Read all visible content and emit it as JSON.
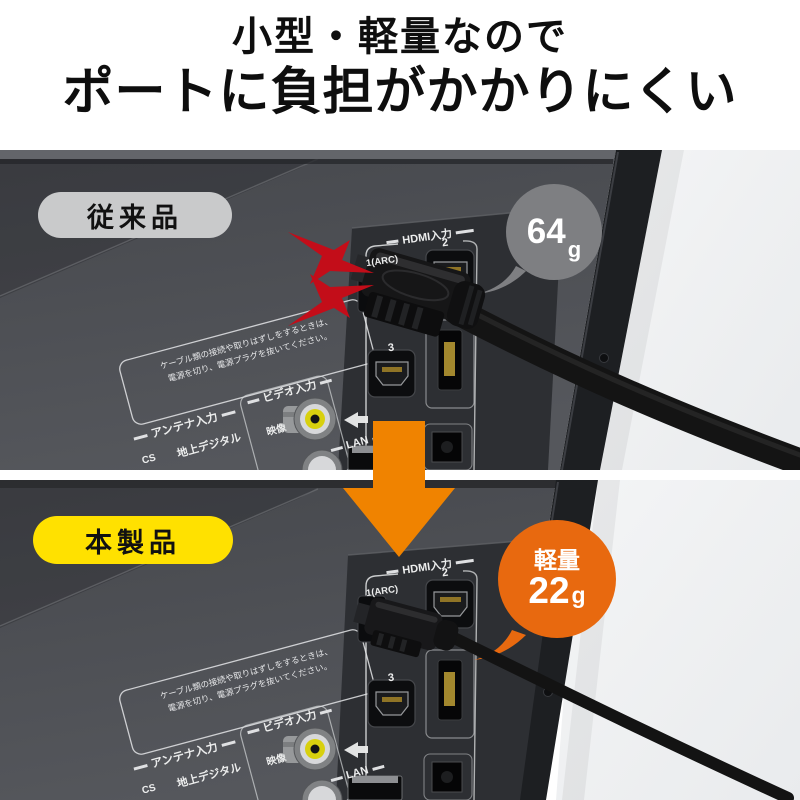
{
  "header": {
    "line1": "小型・軽量なので",
    "line2": "ポートに負担がかかりにくい"
  },
  "colors": {
    "arrow_orange": "#f08300",
    "bubble_orange": "#e8690f",
    "bubble_gray": "#7e7f82",
    "badge_gray": "#c9cacb",
    "badge_yellow": "#ffe100",
    "lightning_red": "#c30d19"
  },
  "panels": [
    {
      "name": "conventional",
      "badge": "従来品",
      "bubble": {
        "value": "64",
        "unit": "g"
      }
    },
    {
      "name": "this-product",
      "badge": "本製品",
      "bubble": {
        "label": "軽量",
        "value": "22",
        "unit": "g"
      }
    }
  ],
  "tv": {
    "hdmi_group": "HDMI入力",
    "port_2": "2",
    "port_1": "1(ARC)",
    "port_3": "3",
    "caution_line1": "ケーブル類の接続や取りはずしをするときは、",
    "caution_line2": "電源を切り、電源プラグを抜いてください。",
    "video_input": "ビデオ入力",
    "antenna_input": "アンテナ入力",
    "terrestrial": "地上デジタル",
    "composite": "映像",
    "lan": "LAN",
    "cs": "CS"
  }
}
